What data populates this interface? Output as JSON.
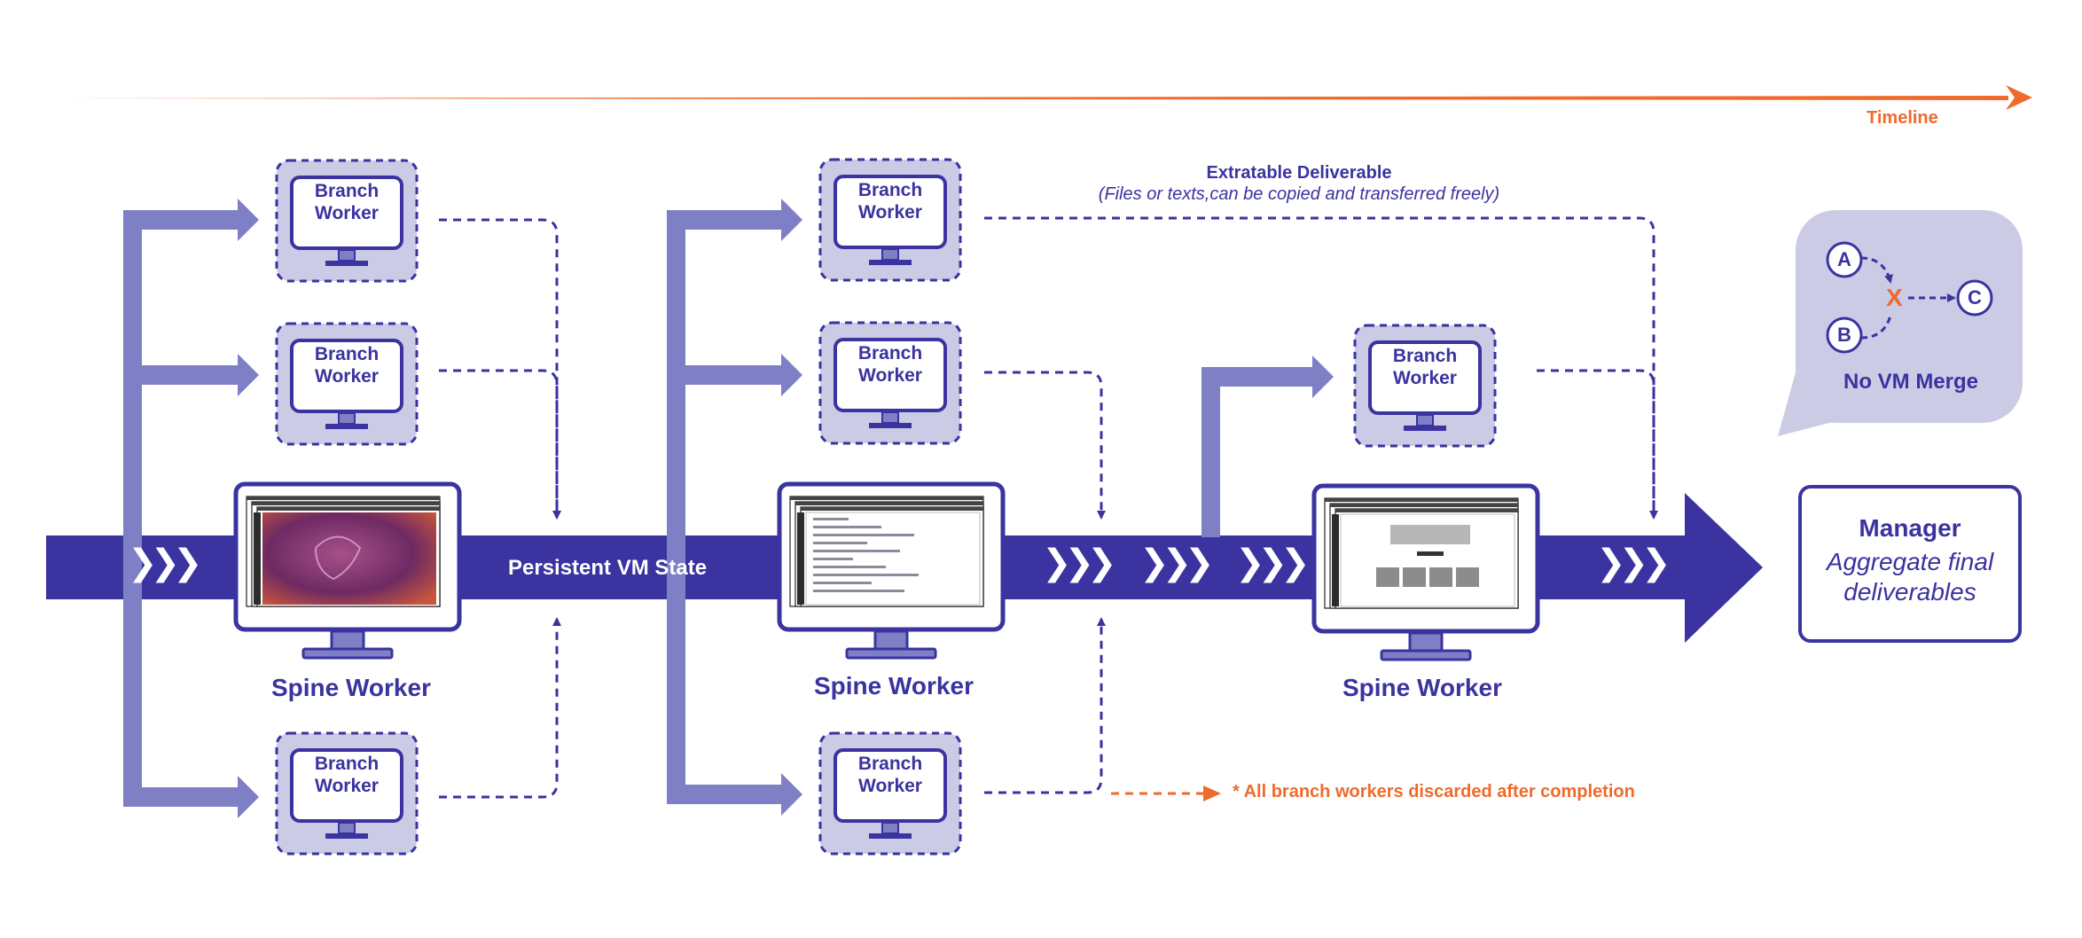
{
  "timeline": {
    "label": "Timeline",
    "color": "#f06a2b"
  },
  "colors": {
    "spine": "#3a33a0",
    "branch_arrow": "#7f7fc6",
    "branch_fill": "#cbcbe6",
    "accent": "#f06a2b"
  },
  "persistent_state_label": "Persistent VM State",
  "chevron_glyph": "❯❯❯",
  "branch_worker": {
    "line1": "Branch",
    "line2": "Worker"
  },
  "spine_worker_label": "Spine Worker",
  "deliverable": {
    "title": "Extratable Deliverable",
    "subtitle": "(Files or texts,can be copied and transferred freely)"
  },
  "merge_panel": {
    "node_a": "A",
    "node_b": "B",
    "node_c": "C",
    "blocked_mark": "X",
    "caption": "No VM Merge"
  },
  "manager": {
    "title": "Manager",
    "line1": "Aggregate final",
    "line2": "deliverables"
  },
  "discard_note": "* All branch workers discarded after completion",
  "spine_screens": [
    "desktop-wallpaper",
    "terminal-windows",
    "web-browser"
  ]
}
